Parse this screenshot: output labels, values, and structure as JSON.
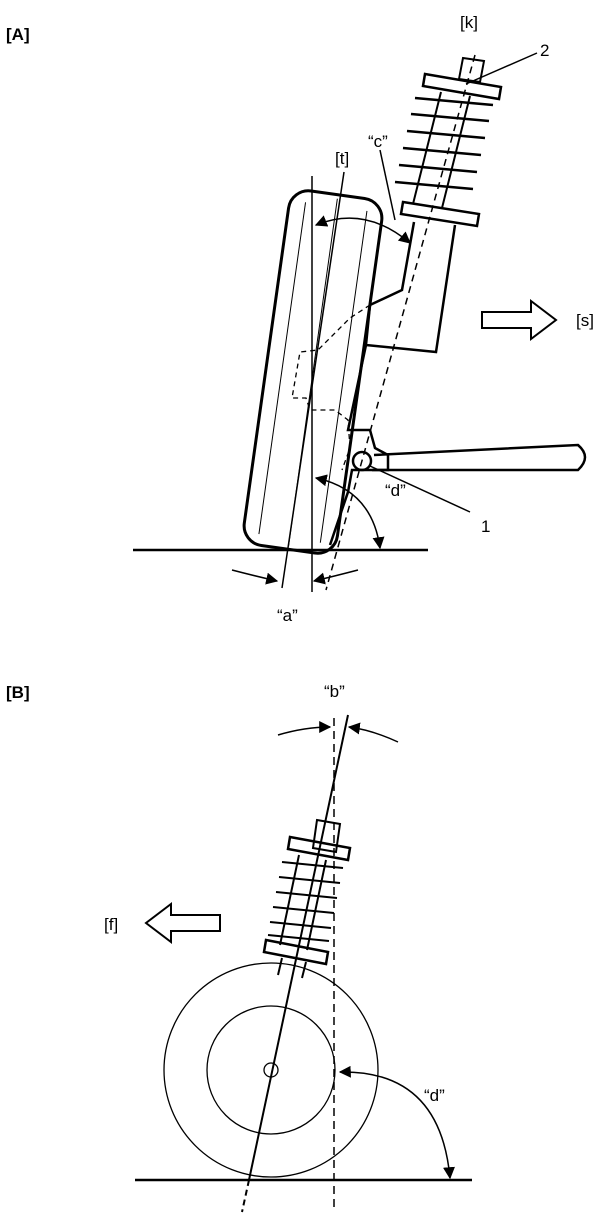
{
  "panel_a": {
    "tag": "[A]",
    "labels": {
      "k": "[k]",
      "part2": "2",
      "c": "“c”",
      "t": "[t]",
      "s": "[s]",
      "d": "“d”",
      "part1": "1",
      "a": "“a”"
    }
  },
  "panel_b": {
    "tag": "[B]",
    "labels": {
      "b": "“b”",
      "f": "[f]",
      "d": "“d”"
    }
  }
}
